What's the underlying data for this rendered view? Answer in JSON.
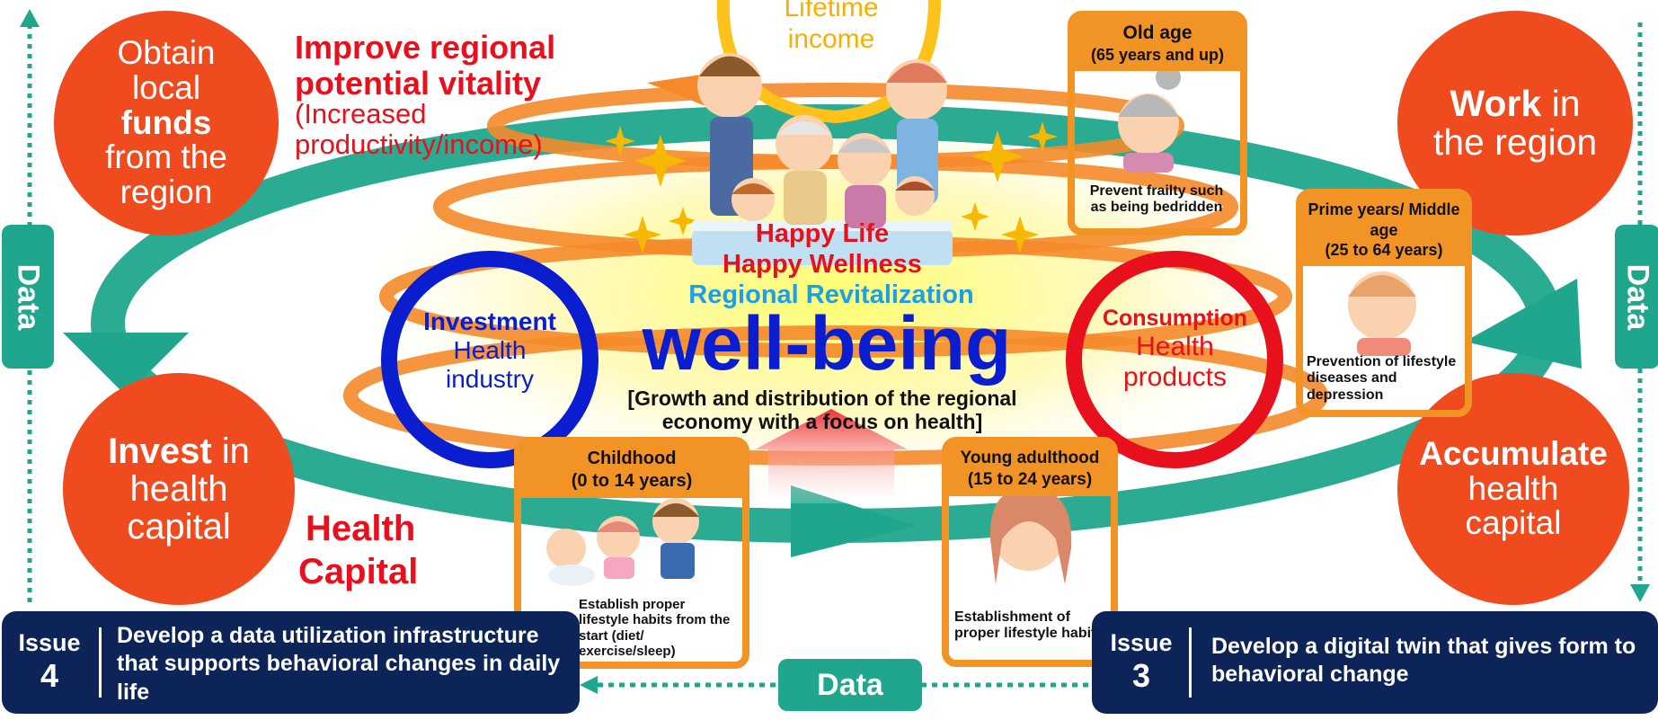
{
  "colors": {
    "accent_red": "#f04a1f",
    "teal": "#20a68c",
    "navy": "#0d2459",
    "orange": "#f29325",
    "blue": "#0a1ed0",
    "title_red": "#e8101c"
  },
  "top": {
    "lifetime_line1": "Lifetime",
    "lifetime_line2": "income"
  },
  "headline": {
    "improve_line1": "Improve regional",
    "improve_line2": "potential vitality",
    "improve_sub": "(Increased productivity/income)",
    "health_capital_line1": "Health",
    "health_capital_line2": "Capital"
  },
  "circles": {
    "obtain": {
      "pre": "Obtain local",
      "bold": "funds",
      "post": "from the region"
    },
    "work": {
      "bold": "Work",
      "post": "in the region"
    },
    "invest": {
      "bold": "Invest",
      "post": "in health capital"
    },
    "accumulate": {
      "bold": "Accumulate",
      "post": "health capital"
    }
  },
  "center": {
    "happy_life": "Happy Life",
    "happy_wellness": "Happy Wellness",
    "regional": "Regional Revitalization",
    "wellbeing": "well-being",
    "growth": "[Growth and distribution of the regional economy with a focus on health]"
  },
  "investment": {
    "title": "Investment",
    "sub_line1": "Health",
    "sub_line2": "industry"
  },
  "consumption": {
    "title": "Consumption",
    "sub_line1": "Health",
    "sub_line2": "products"
  },
  "stages": {
    "old_age": {
      "title": "Old age",
      "range": "(65 years and up)",
      "note": "Prevent frailty such as being bedridden"
    },
    "prime": {
      "title": "Prime years/ Middle age",
      "range": "(25 to 64 years)",
      "note": "Prevention of lifestyle diseases and depression"
    },
    "childhood": {
      "title": "Childhood",
      "range": "(0 to 14 years)",
      "note": "Establish proper lifestyle habits from the start (diet/ exercise/sleep)"
    },
    "young": {
      "title": "Young adulthood",
      "range": "(15 to 24 years)",
      "note": "Establishment of proper lifestyle habits"
    }
  },
  "issues": {
    "issue4": {
      "label": "Issue",
      "number": "4",
      "text": "Develop a data utilization infrastructure that supports behavioral changes in daily life"
    },
    "issue3": {
      "label": "Issue",
      "number": "3",
      "text": "Develop a digital twin that gives form to behavioral change"
    }
  },
  "data_labels": {
    "left": "Data",
    "right": "Data",
    "bottom": "Data"
  }
}
